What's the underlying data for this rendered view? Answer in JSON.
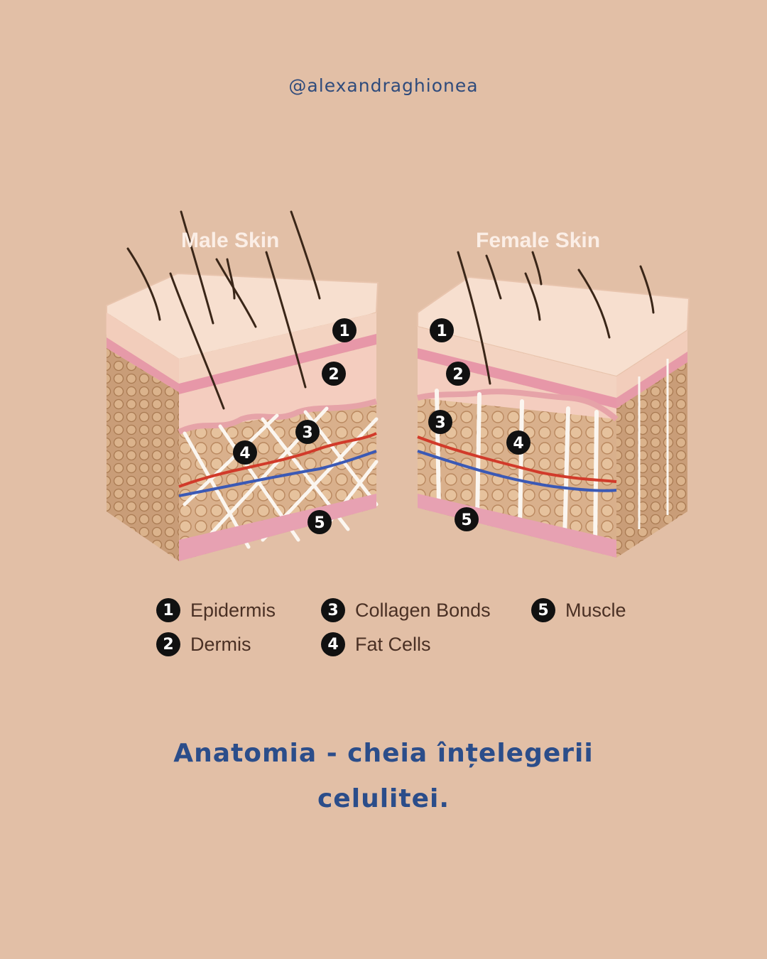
{
  "handle": "@alexandraghionea",
  "diagram": {
    "male_label": "Male Skin",
    "female_label": "Female Skin"
  },
  "legend": [
    {
      "n": "1",
      "label": "Epidermis"
    },
    {
      "n": "2",
      "label": "Dermis"
    },
    {
      "n": "3",
      "label": "Collagen Bonds"
    },
    {
      "n": "4",
      "label": "Fat Cells"
    },
    {
      "n": "5",
      "label": "Muscle"
    }
  ],
  "title": {
    "line1": "Anatomia - cheia înțelegerii",
    "line2": "celulitei."
  },
  "colors": {
    "background": "#e2bfa6",
    "title": "#2b4d8a",
    "epidermis": "#f8dcc8",
    "dermis": "#e9a7b2",
    "fat": "#d9b08c",
    "artery": "#d13a2a",
    "vein": "#3b59b5"
  }
}
